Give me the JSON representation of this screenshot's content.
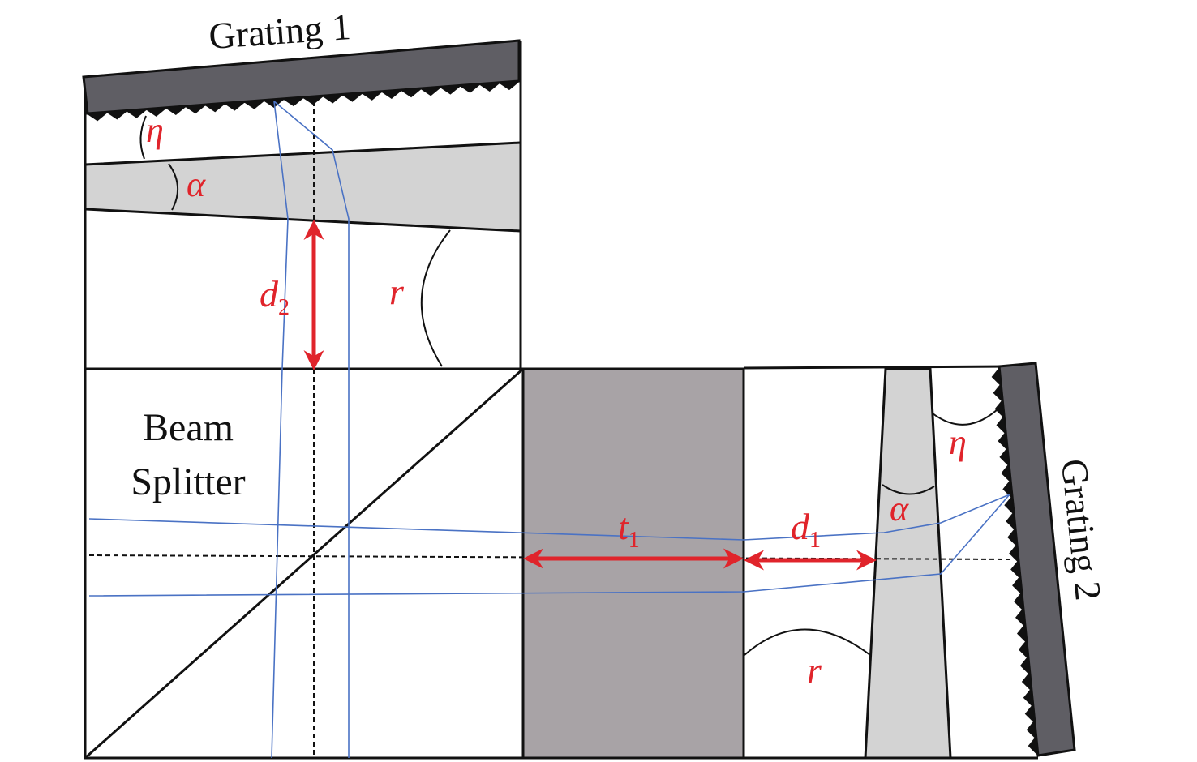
{
  "labels": {
    "grating1": "Grating 1",
    "grating2": "Grating 2",
    "beam_splitter_line1": "Beam",
    "beam_splitter_line2": "Splitter"
  },
  "symbols": {
    "eta_top": "η",
    "alpha_top": "α",
    "d2_main": "d",
    "d2_sub": "2",
    "r_top": "r",
    "t1_main": "t",
    "t1_sub": "1",
    "d1_main": "d",
    "d1_sub": "1",
    "alpha_right": "α",
    "eta_right": "η",
    "r_bottom": "r"
  },
  "colors": {
    "grating": "#5f5e64",
    "wedge": "#d3d3d3",
    "slab": "#a8a3a6",
    "beam": "#4a72c4",
    "dimension": "#e0242b"
  }
}
